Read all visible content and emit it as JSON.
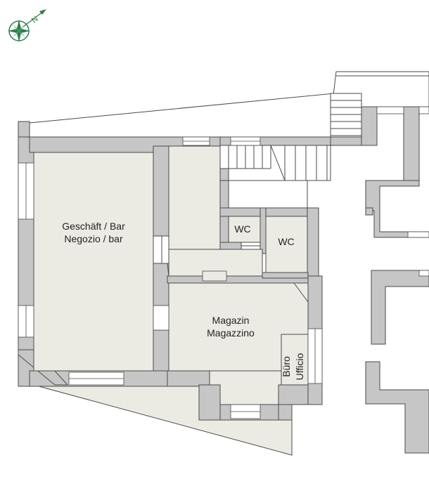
{
  "compass": {
    "north_letter": "N",
    "icon": "compass-rose-icon",
    "color": "#2e7d4f"
  },
  "colors": {
    "wall": "#c6c6c6",
    "floor": "#ecebe3",
    "terrace": "#ecebe3",
    "line": "#4a4a4a",
    "window": "#ffffff"
  },
  "rooms": {
    "shop": {
      "line1": "Geschäft / Bar",
      "line2": "Negozio / bar"
    },
    "wc1": {
      "label": "WC"
    },
    "wc2": {
      "label": "WC"
    },
    "storage": {
      "line1": "Magazin",
      "line2": "Magazzino"
    },
    "office": {
      "line1": "Büro",
      "line2": "Ufficio"
    }
  }
}
